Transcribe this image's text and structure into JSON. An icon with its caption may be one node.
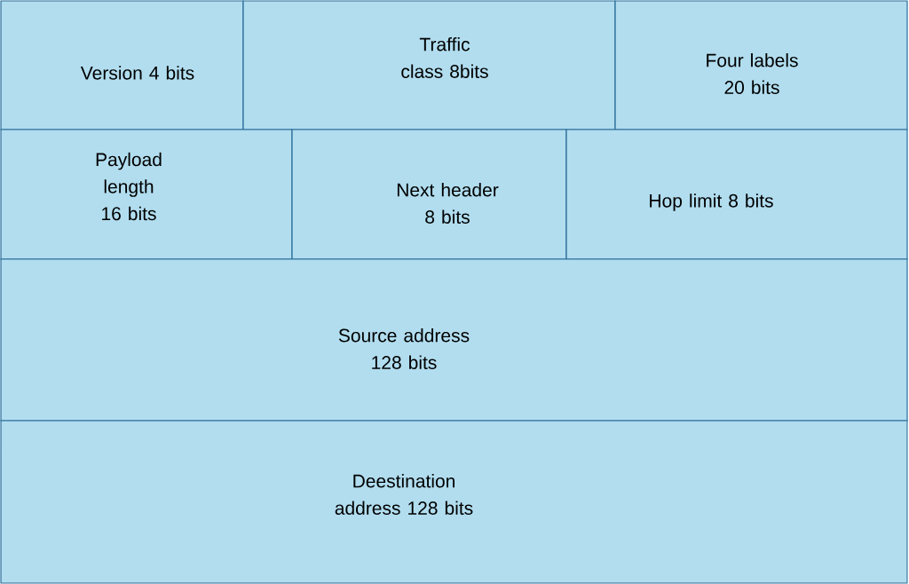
{
  "diagram": {
    "nodes": [
      {
        "text": [
          "Version 4 bits"
        ]
      },
      {
        "text": [
          "Traffic class 8bits"
        ]
      },
      {
        "text": [
          "Four labels 20 bits"
        ]
      },
      {
        "text": [
          "Payload length 16 bits"
        ]
      },
      {
        "text": [
          "Next header 8 bits"
        ]
      },
      {
        "text": [
          "Hop limit 8 bits"
        ]
      },
      {
        "text": [
          "Source address 128 bits"
        ]
      },
      {
        "text": [
          "Deestination address 128 bits"
        ]
      }
    ]
  }
}
